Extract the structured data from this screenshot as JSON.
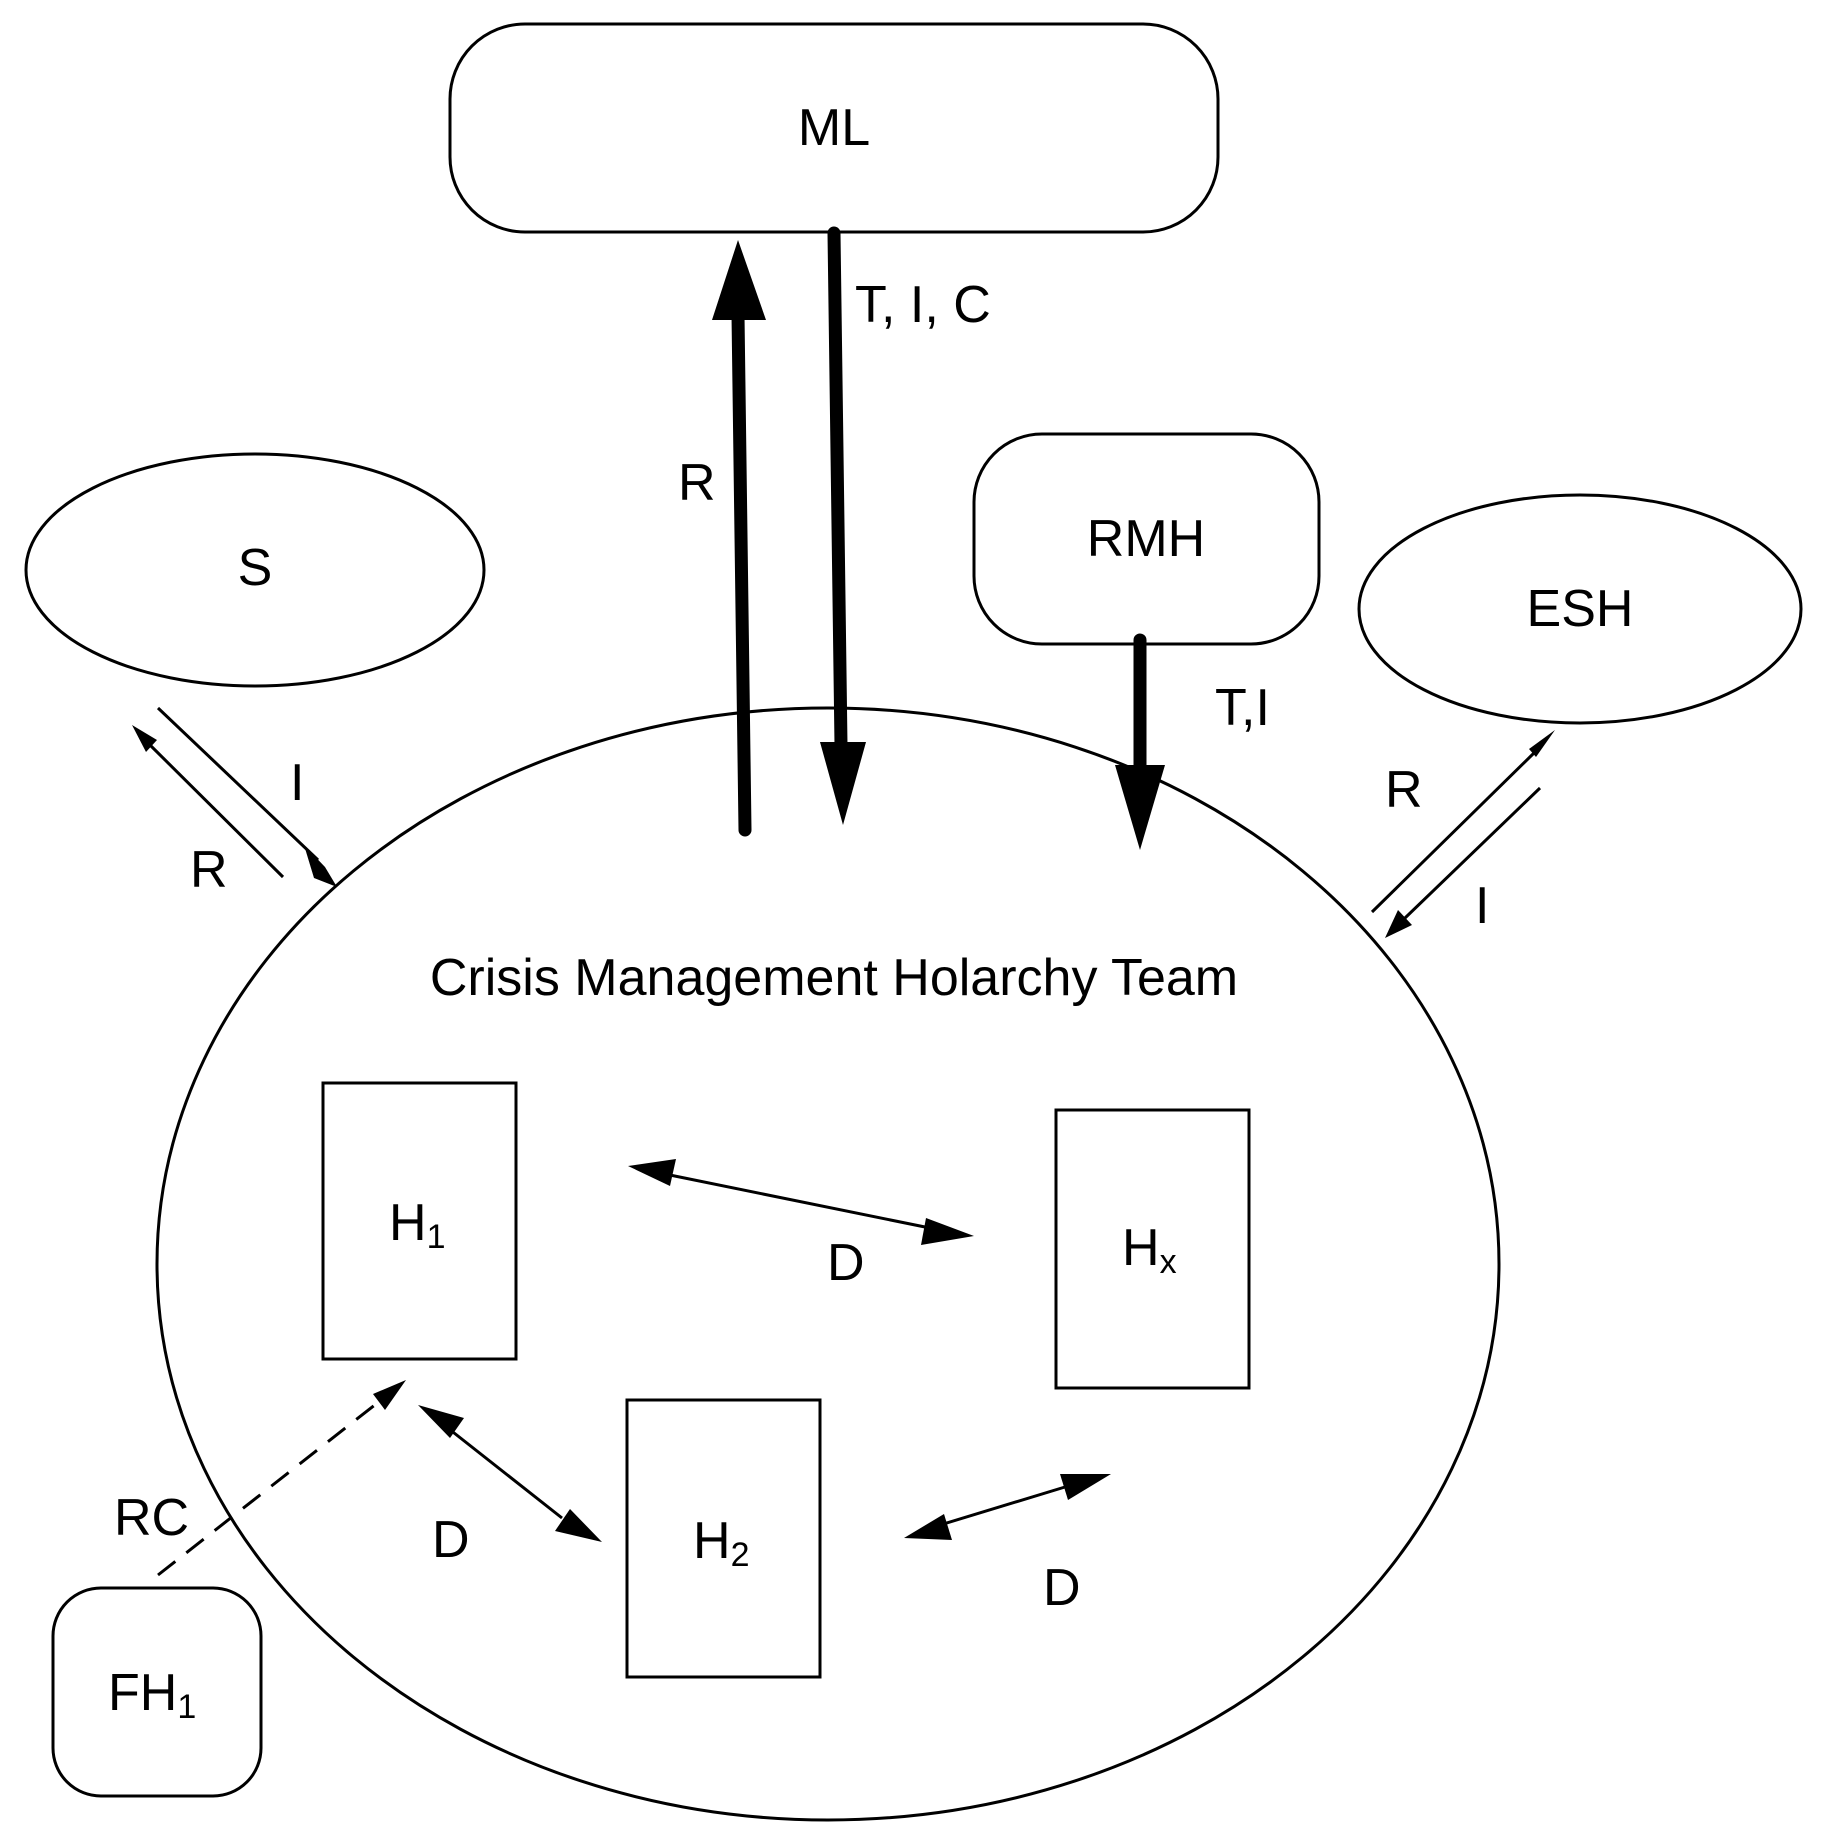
{
  "nodes": {
    "ml": "ML",
    "s": "S",
    "rmh": "RMH",
    "esh": "ESH",
    "team": "Crisis Management Holarchy Team",
    "h1": {
      "base": "H",
      "sub": "1"
    },
    "hx": {
      "base": "H",
      "sub": "x"
    },
    "h2": {
      "base": "H",
      "sub": "2"
    },
    "fh1": {
      "base": "FH",
      "sub": "1"
    }
  },
  "edge_labels": {
    "ml_down": "T, I, C",
    "ml_up": "R",
    "rmh_down": "T,I",
    "s_in": "I",
    "s_out": "R",
    "esh_out": "R",
    "esh_in": "I",
    "d_h1_hx": "D",
    "d_h1_h2": "D",
    "d_h2_hx": "D",
    "rc": "RC"
  }
}
